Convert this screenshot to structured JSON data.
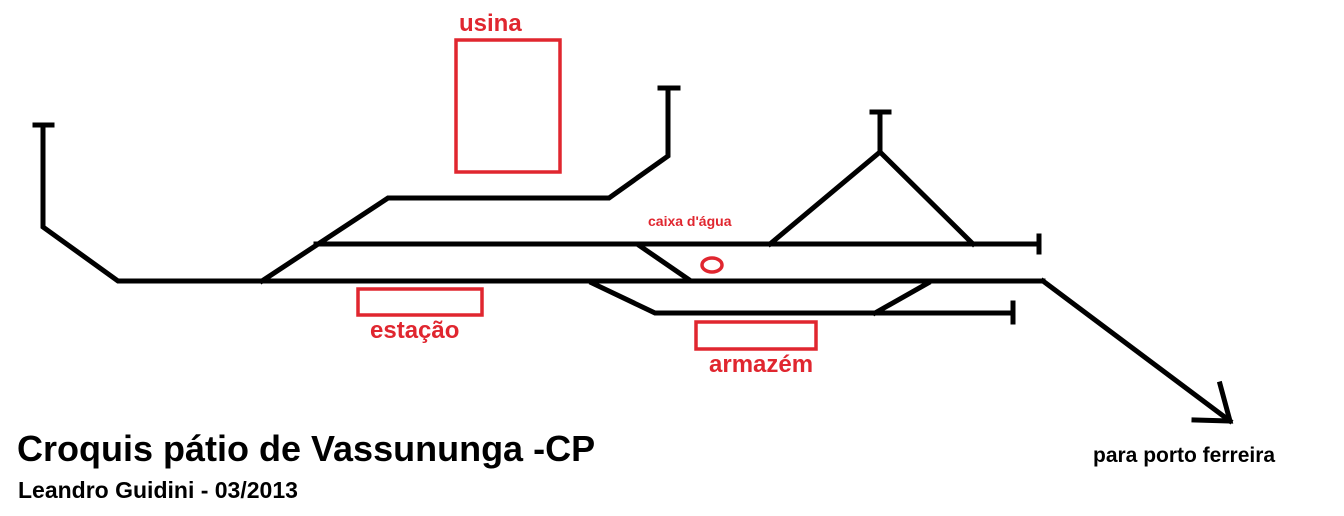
{
  "labels": {
    "usina": "usina",
    "caixa_dagua": "caixa d'água",
    "estacao": "estação",
    "armazem": "armazém",
    "direction": "para porto ferreira"
  },
  "caption": {
    "title": "Croquis pátio de Vassununga -CP",
    "subtitle": "Leandro Guidini - 03/2013"
  },
  "colors": {
    "track": "#000000",
    "building": "#e0262f"
  }
}
